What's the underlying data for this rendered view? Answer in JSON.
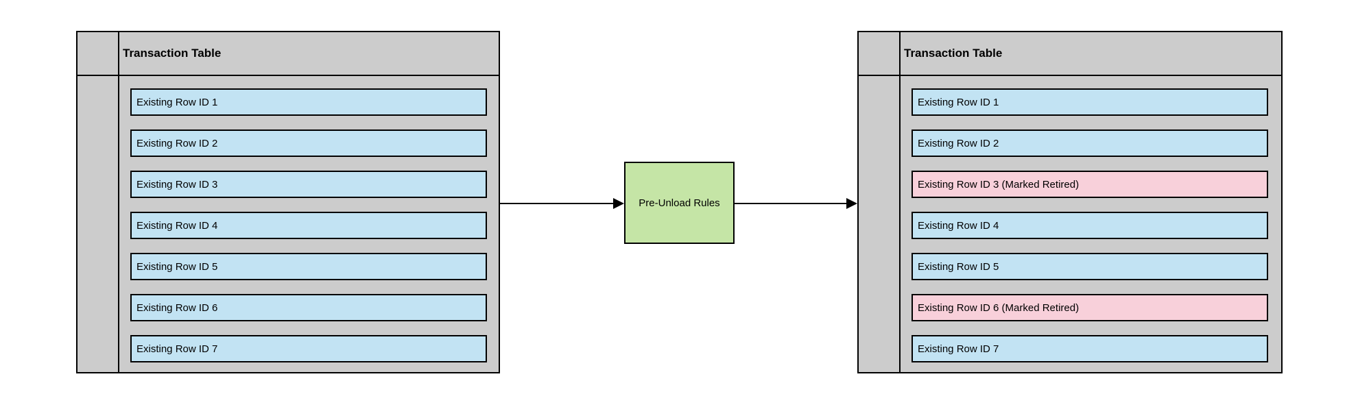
{
  "colors": {
    "background": "#ffffff",
    "table_fill": "#cccccc",
    "row_blue": "#c2e3f3",
    "row_pink": "#f8d0da",
    "process_green": "#c5e5a6",
    "border": "#000000"
  },
  "tables": {
    "left": {
      "title": "Transaction Table",
      "rows": [
        {
          "label": "Existing Row ID 1",
          "state": "normal",
          "fill": "#c2e3f3"
        },
        {
          "label": "Existing Row ID 2",
          "state": "normal",
          "fill": "#c2e3f3"
        },
        {
          "label": "Existing Row ID 3",
          "state": "normal",
          "fill": "#c2e3f3"
        },
        {
          "label": "Existing Row ID 4",
          "state": "normal",
          "fill": "#c2e3f3"
        },
        {
          "label": "Existing Row ID 5",
          "state": "normal",
          "fill": "#c2e3f3"
        },
        {
          "label": "Existing Row ID 6",
          "state": "normal",
          "fill": "#c2e3f3"
        },
        {
          "label": "Existing Row ID 7",
          "state": "normal",
          "fill": "#c2e3f3"
        }
      ]
    },
    "right": {
      "title": "Transaction Table",
      "rows": [
        {
          "label": "Existing Row ID 1",
          "state": "normal",
          "fill": "#c2e3f3"
        },
        {
          "label": "Existing Row ID 2",
          "state": "normal",
          "fill": "#c2e3f3"
        },
        {
          "label": "Existing Row ID 3 (Marked Retired)",
          "state": "retired",
          "fill": "#f8d0da"
        },
        {
          "label": "Existing Row ID 4",
          "state": "normal",
          "fill": "#c2e3f3"
        },
        {
          "label": "Existing Row ID 5",
          "state": "normal",
          "fill": "#c2e3f3"
        },
        {
          "label": "Existing Row ID 6 (Marked Retired)",
          "state": "retired",
          "fill": "#f8d0da"
        },
        {
          "label": "Existing Row ID 7",
          "state": "normal",
          "fill": "#c2e3f3"
        }
      ]
    }
  },
  "process": {
    "label": "Pre-Unload Rules",
    "fill": "#c5e5a6"
  }
}
